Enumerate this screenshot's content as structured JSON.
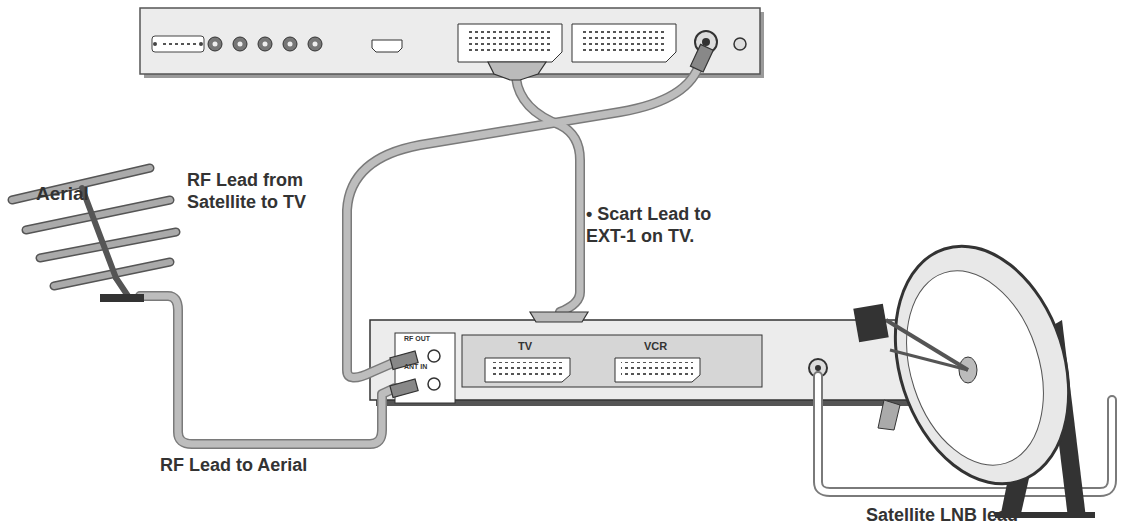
{
  "diagram": {
    "labels": [
      "Aerial",
      "RF Lead from Satellite to TV",
      "• Scart Lead to EXT-1 on TV.",
      "RF Lead to Aerial",
      "Satellite LNB lead",
      "RF OUT",
      "ANT IN",
      "TV",
      "VCR"
    ]
  }
}
